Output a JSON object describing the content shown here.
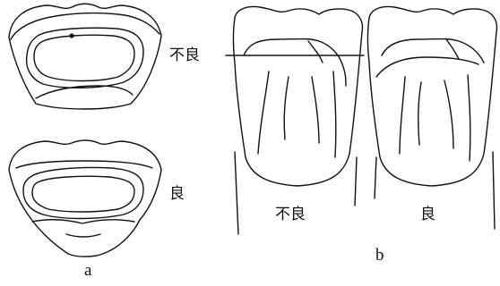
{
  "panel_a": {
    "label": "a",
    "top_figure": {
      "caption": "不良"
    },
    "bottom_figure": {
      "caption": "良"
    }
  },
  "panel_b": {
    "label": "b",
    "left_figure": {
      "caption": "不良"
    },
    "right_figure": {
      "caption": "良"
    }
  },
  "colors": {
    "ink": "#111111",
    "background": "#ffffff"
  }
}
